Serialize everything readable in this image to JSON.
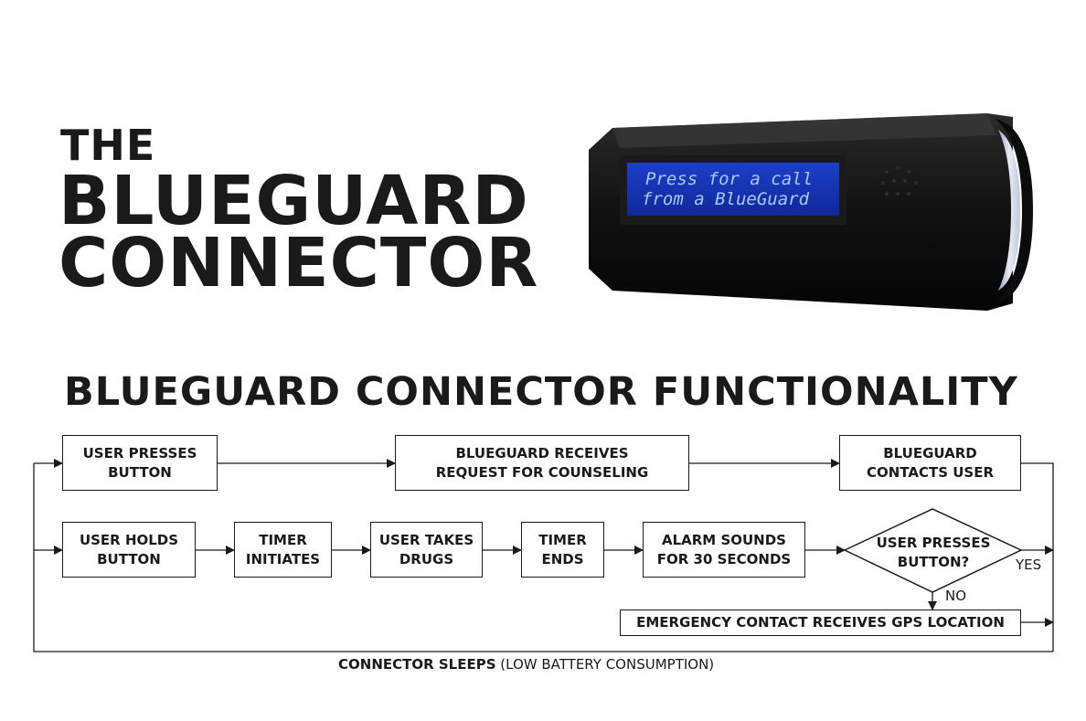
{
  "title": {
    "line1": "THE",
    "line2": "BLUEGUARD",
    "line3": "CONNECTOR"
  },
  "device": {
    "lcd_line1": "Press for a call",
    "lcd_line2": "from a BlueGuard"
  },
  "section_heading": "BLUEGUARD CONNECTOR FUNCTIONALITY",
  "flow": {
    "top_row": [
      "USER PRESSES\nBUTTON",
      "BLUEGUARD RECEIVES\nREQUEST FOR COUNSELING",
      "BLUEGUARD\nCONTACTS USER"
    ],
    "middle_row": [
      "USER HOLDS\nBUTTON",
      "TIMER\nINITIATES",
      "USER TAKES\nDRUGS",
      "TIMER\nENDS",
      "ALARM SOUNDS\nFOR 30 SECONDS"
    ],
    "decision": "USER PRESSES\nBUTTON?",
    "yes_label": "YES",
    "no_label": "NO",
    "emergency": "EMERGENCY CONTACT RECEIVES GPS LOCATION",
    "footer_bold": "CONNECTOR SLEEPS",
    "footer_rest": " (LOW BATTERY CONSUMPTION)"
  }
}
